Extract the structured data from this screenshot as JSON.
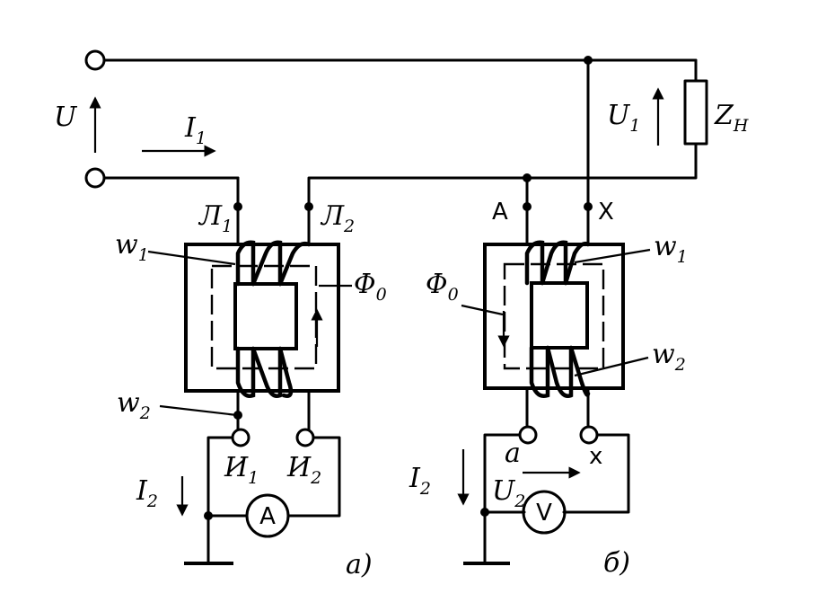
{
  "labels": {
    "source_voltage": "U",
    "line_current": "I",
    "line_current_sub": "1",
    "load_voltage": "U",
    "load_voltage_sub": "1",
    "load_impedance": "Z",
    "load_impedance_sub": "H",
    "ct_l1": "Л",
    "ct_l1_sub": "1",
    "ct_l2": "Л",
    "ct_l2_sub": "2",
    "ct_w1": "w",
    "ct_w1_sub": "1",
    "ct_w2": "w",
    "ct_w2_sub": "2",
    "ct_flux": "Φ",
    "ct_flux_sub": "0",
    "ct_i1": "И",
    "ct_i1_sub": "1",
    "ct_i2": "И",
    "ct_i2_sub": "2",
    "ct_secondary_current": "I",
    "ct_secondary_current_sub": "2",
    "ammeter": "A",
    "caption_a": "a)",
    "vt_a": "A",
    "vt_x": "X",
    "vt_w1": "w",
    "vt_w1_sub": "1",
    "vt_w2": "w",
    "vt_w2_sub": "2",
    "vt_flux": "Φ",
    "vt_flux_sub": "0",
    "vt_a_small": "a",
    "vt_x_small": "x",
    "vt_secondary_current": "I",
    "vt_secondary_current_sub": "2",
    "vt_secondary_voltage": "U",
    "vt_secondary_voltage_sub": "2",
    "voltmeter": "V",
    "caption_b": "б)"
  }
}
